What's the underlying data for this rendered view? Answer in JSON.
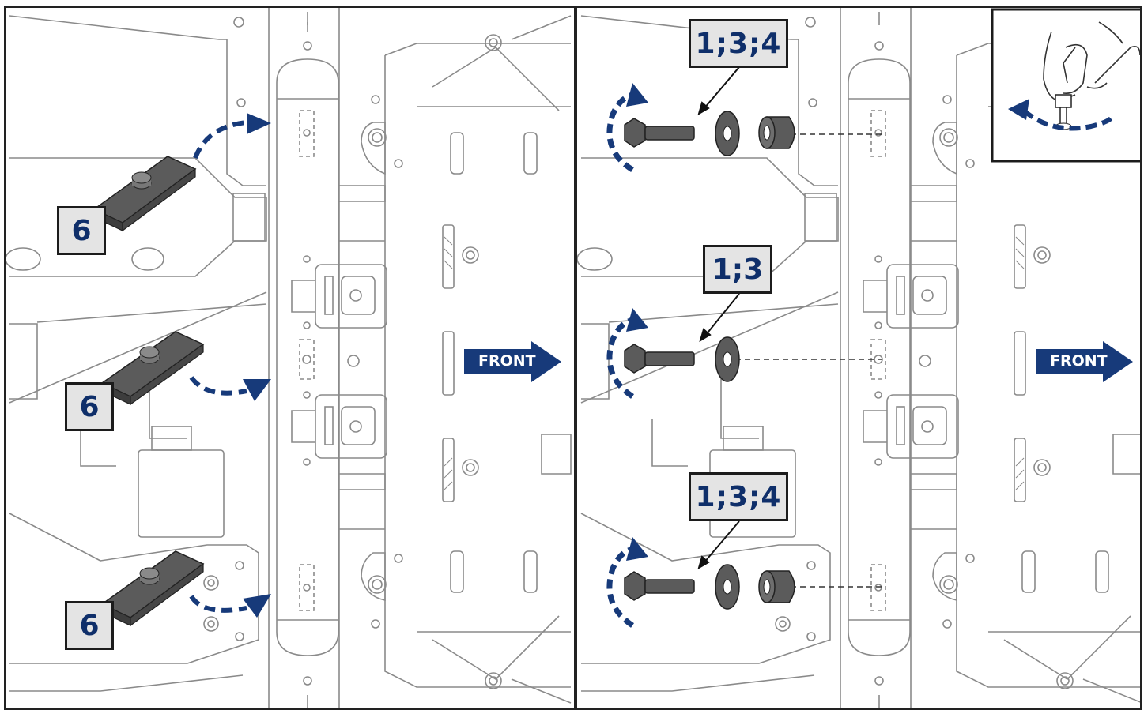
{
  "left_panel": {
    "labels": [
      "6",
      "6",
      "6"
    ],
    "front_arrow_text": "FRONT"
  },
  "right_panel": {
    "labels": [
      "1;3;4",
      "1;3",
      "1;3;4"
    ],
    "front_arrow_text": "FRONT"
  },
  "colors": {
    "arrow_blue": "#173a7a",
    "label_text": "#0f2f6a",
    "label_bg": "#e4e4e4",
    "part_gray": "#5b5b5b",
    "line_gray": "#8a8a8a"
  },
  "icons": [
    "curved-arrow-icon",
    "front-arrow-icon",
    "bolt-icon",
    "washer-icon",
    "spacer-icon",
    "hand-icon"
  ]
}
